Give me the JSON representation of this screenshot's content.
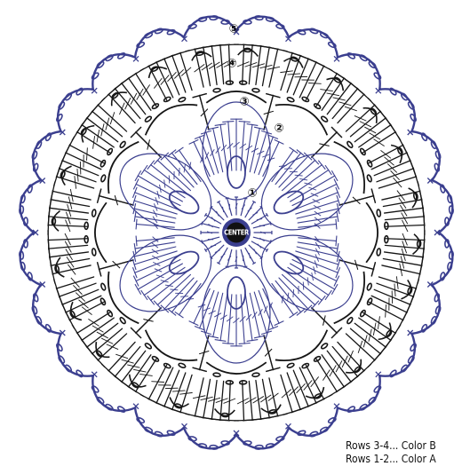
{
  "diagram": {
    "center_label": "CENTER",
    "round_numbers": [
      "①",
      "②",
      "③",
      "④",
      "⑤"
    ],
    "colors": {
      "color_a": "#3b3f8f",
      "color_b": "#161616"
    }
  },
  "legend": {
    "line1": "Rows 3-4... Color B",
    "line2": "Rows 1-2... Color A"
  }
}
